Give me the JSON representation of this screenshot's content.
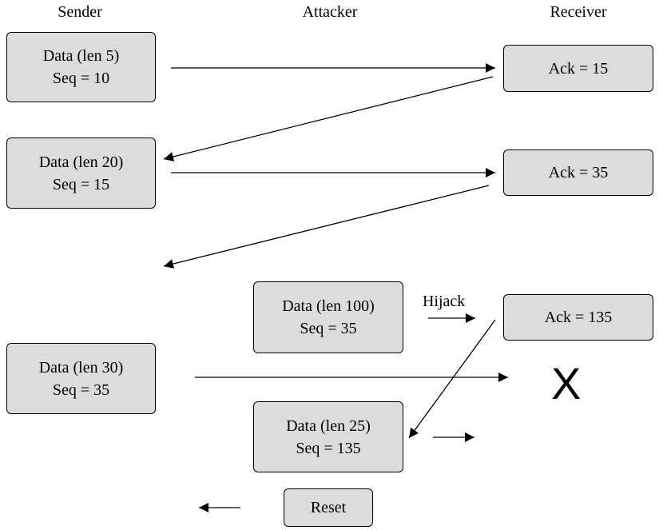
{
  "headers": {
    "sender": "Sender",
    "attacker": "Attacker",
    "receiver": "Receiver"
  },
  "sender_boxes": [
    {
      "line1": "Data (len 5)",
      "line2": "Seq = 10"
    },
    {
      "line1": "Data (len 20)",
      "line2": "Seq = 15"
    },
    {
      "line1": "Data (len 30)",
      "line2": "Seq = 35"
    }
  ],
  "receiver_boxes": [
    {
      "text": "Ack = 15"
    },
    {
      "text": "Ack = 35"
    },
    {
      "text": "Ack = 135"
    }
  ],
  "attacker_boxes": [
    {
      "line1": "Data (len 100)",
      "line2": "Seq = 35"
    },
    {
      "line1": "Data (len 25)",
      "line2": "Seq = 135"
    }
  ],
  "reset_label": "Reset",
  "hijack_label": "Hijack",
  "dropped_mark": "X"
}
